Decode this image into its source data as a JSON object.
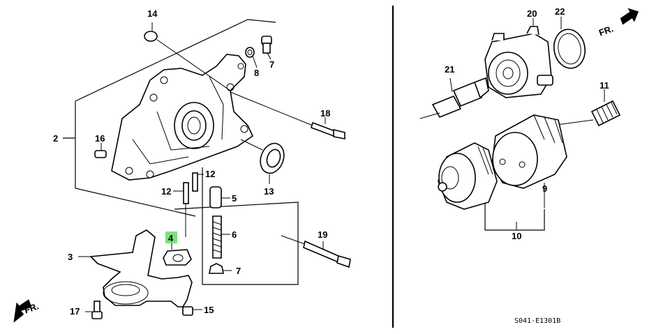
{
  "callouts": {
    "c14": "14",
    "c7a": "7",
    "c8": "8",
    "c2": "2",
    "c16": "16",
    "c18": "18",
    "c12a": "12",
    "c12b": "12",
    "c5": "5",
    "c13": "13",
    "c6": "6",
    "c4": "4",
    "c3": "3",
    "c19": "19",
    "c7b": "7",
    "c17": "17",
    "c15": "15",
    "c20": "20",
    "c22": "22",
    "c21": "21",
    "c11": "11",
    "c9": "9",
    "c10": "10"
  },
  "direction_labels": {
    "fr_top": "FR.",
    "fr_bottom": "FR."
  },
  "drawing_code": "S041-E1301B",
  "colors": {
    "highlight": "#7ee07e",
    "ink": "#000000",
    "background": "#ffffff"
  }
}
